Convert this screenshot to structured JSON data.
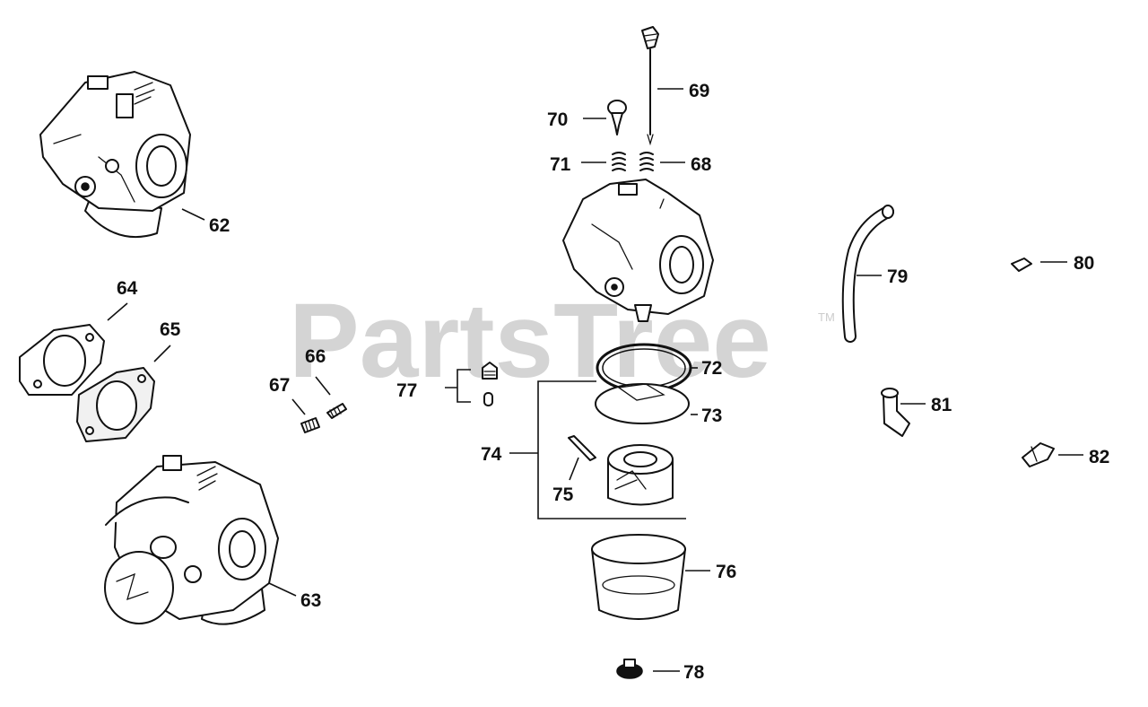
{
  "watermark": {
    "text": "PartsTree",
    "trademark": "TM"
  },
  "callouts": {
    "c62": "62",
    "c63": "63",
    "c64": "64",
    "c65": "65",
    "c66": "66",
    "c67": "67",
    "c68": "68",
    "c69": "69",
    "c70": "70",
    "c71": "71",
    "c72": "72",
    "c73": "73",
    "c74": "74",
    "c75": "75",
    "c76": "76",
    "c77": "77",
    "c78": "78",
    "c79": "79",
    "c80": "80",
    "c81": "81",
    "c82": "82"
  }
}
